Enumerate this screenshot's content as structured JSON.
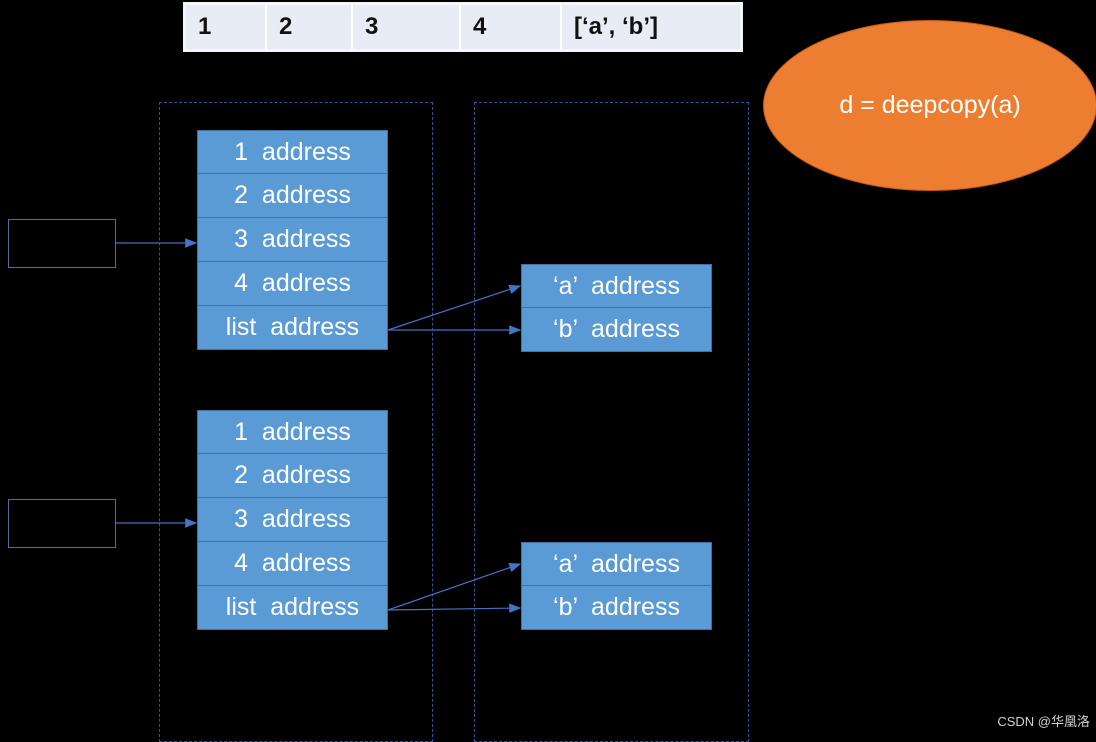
{
  "header": {
    "cells": [
      "1",
      "2",
      "3",
      "4",
      "[‘a’, ‘b’]"
    ]
  },
  "oval_label": "d = deepcopy(a)",
  "object_a": {
    "cells": [
      "1  address",
      "2  address",
      "3  address",
      "4  address",
      "list  address"
    ]
  },
  "object_d": {
    "cells": [
      "1  address",
      "2  address",
      "3  address",
      "4  address",
      "list  address"
    ]
  },
  "inner_list_a": {
    "cells": [
      "‘a’  address",
      "‘b’  address"
    ]
  },
  "inner_list_d": {
    "cells": [
      "‘a’  address",
      "‘b’  address"
    ]
  },
  "watermark": "CSDN @华凰洛",
  "colors": {
    "cell_fill": "#5b9bd5",
    "oval_fill": "#ed7d31",
    "arrow": "#4472c4",
    "dashed_border": "#2f5597"
  }
}
